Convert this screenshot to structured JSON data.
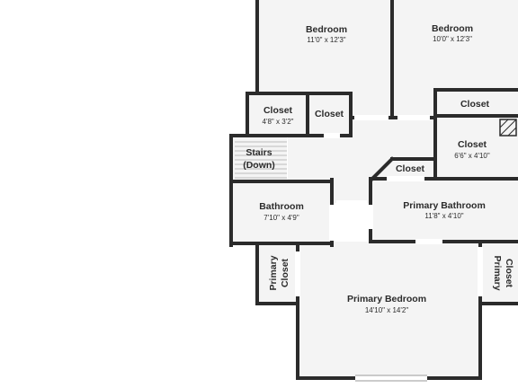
{
  "rooms": {
    "bedroom_1": {
      "name": "Bedroom",
      "dims": "11'0\" x 12'3\""
    },
    "bedroom_2": {
      "name": "Bedroom",
      "dims": "10'0\" x 12'3\""
    },
    "closet_a": {
      "name": "Closet",
      "dims": "4'8\" x 3'2\""
    },
    "closet_b": {
      "name": "Closet"
    },
    "closet_c": {
      "name": "Closet"
    },
    "closet_d": {
      "name": "Closet",
      "dims": "6'6\" x 4'10\""
    },
    "closet_e": {
      "name": "Closet"
    },
    "stairs": {
      "name_line1": "Stairs",
      "name_line2": "(Down)"
    },
    "bathroom": {
      "name": "Bathroom",
      "dims": "7'10\" x 4'9\""
    },
    "primary_bathroom": {
      "name": "Primary Bathroom",
      "dims": "11'8\" x 4'10\""
    },
    "primary_closet_left": {
      "name_line1": "Primary",
      "name_line2": "Closet"
    },
    "primary_closet_right": {
      "name_line1": "Primary",
      "name_line2": "Closet"
    },
    "primary_bedroom": {
      "name": "Primary Bedroom",
      "dims": "14'10\" x 14'2\""
    }
  }
}
